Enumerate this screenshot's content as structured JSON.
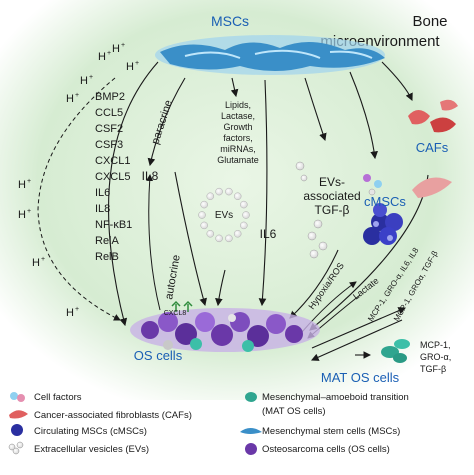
{
  "labels": {
    "title_line1": "Bone",
    "title_line2": "microenvironment",
    "mscs": "MSCs",
    "cafs": "CAFs",
    "cmscs": "cMSCs",
    "os_cells": "OS cells",
    "mat_os_cells": "MAT OS cells",
    "il8": "IL8",
    "il6": "IL6",
    "evs": "EVs",
    "paracrine": "paracrine",
    "autocrine": "autocrine",
    "hypoxia": "Hypoxia/ROS",
    "lactate": "Lactate",
    "mcp_right1": "MCP-1, GRO-α, IL6, IL8",
    "mcp_right2": "MCP-1, GROα, TGF-β",
    "cxcl8_small": "CXCL8",
    "h_plus": "H+"
  },
  "factor_list": [
    "BMP2",
    "CCL5",
    "CSF2",
    "CSF3",
    "CXCL1",
    "CXCL5",
    "IL6",
    "IL8",
    "NF-κB1",
    "RelA",
    "RelB"
  ],
  "center_list": [
    "Lipids,",
    "Lactase,",
    "Growth",
    "factors,",
    "miRNAs,",
    "Glutamate"
  ],
  "evs_tgf": [
    "EVs-",
    "associated",
    "TGF-β"
  ],
  "mat_factors": [
    "MCP-1,",
    "GRO-α,",
    "TGF-β"
  ],
  "legend": [
    {
      "icon": "cell-factors-icon",
      "label": "Cell factors"
    },
    {
      "icon": "cafs-icon",
      "label": "Cancer-associated fibroblasts (CAFs)"
    },
    {
      "icon": "cmscs-icon",
      "label": "Circulating MSCs (cMSCs)"
    },
    {
      "icon": "evs-icon",
      "label": "Extracellular vesicles (EVs)"
    },
    {
      "icon": "mat-icon",
      "label": "Mesenchymal–amoeboid transition"
    },
    {
      "icon": "mat-icon-cont",
      "label": "(MAT OS cells)"
    },
    {
      "icon": "mscs-icon",
      "label": "Mesenchymal stem cells (MSCs)"
    },
    {
      "icon": "os-icon",
      "label": "Osteosarcoma cells (OS cells)"
    }
  ],
  "colors": {
    "bg_top": "#dff0d8",
    "bg_bottom": "#ffffff",
    "accent_blue": "#1a5fb4",
    "msc_blue": "#4aa3d8",
    "caf_red": "#d94b4b",
    "os_purple": "#7b4fb8"
  }
}
